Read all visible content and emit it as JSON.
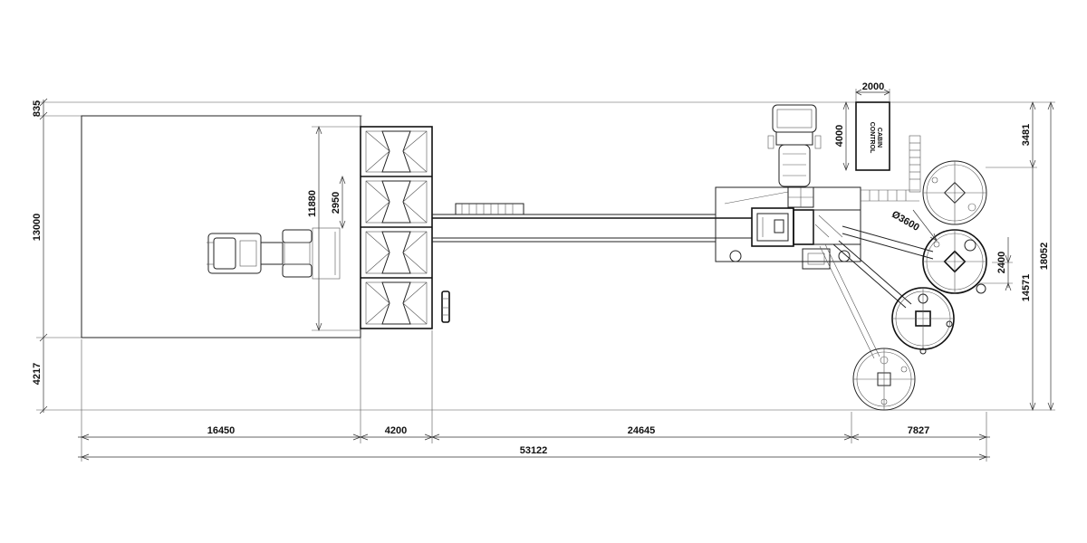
{
  "dimensions": {
    "bottom_row": [
      "16450",
      "4200",
      "24645",
      "7827"
    ],
    "overall_width": "53122",
    "left_top": "835",
    "left_middle": "13000",
    "left_bottom": "4217",
    "yard_inner_height": "11880",
    "yard_inner_width": "2950",
    "cabin_width": "2000",
    "cabin_height": "4000",
    "right_top": "3481",
    "right_total": "18052",
    "right_inner": "14571",
    "silo_spacing": "2400",
    "silo_diameter": "Ø3600"
  },
  "labels": {
    "control_cabin_line1": "CONTROL",
    "control_cabin_line2": "CABIN"
  },
  "colors": {
    "line": "#222222",
    "background": "#ffffff"
  }
}
